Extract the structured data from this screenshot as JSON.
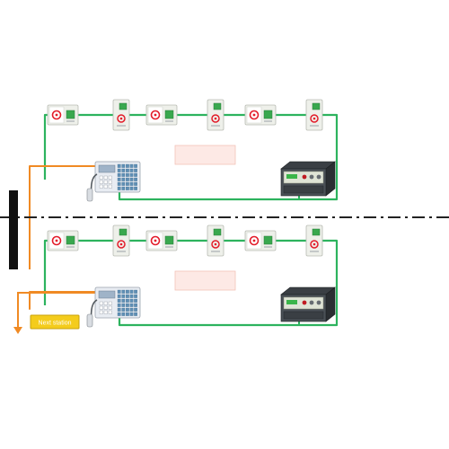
{
  "next_station": {
    "label": "Next station"
  },
  "colors": {
    "bus_line": "#2db35e",
    "trunk_line": "#f08a24",
    "divider": "#222222",
    "label_bg": "#f4cc1c",
    "label_border": "#c9a20a",
    "placeholder_fill": "#fde9e5",
    "placeholder_border": "#f3c3b8",
    "vertical_bar": "#111111"
  },
  "sections": [
    {
      "stations": [
        "square-panel-station",
        "tall-panel-station",
        "square-panel-station",
        "tall-panel-station",
        "square-panel-station",
        "tall-panel-station"
      ],
      "devices": [
        "master-console",
        "power-amplifier-rack",
        "blank-placeholder-box"
      ]
    },
    {
      "stations": [
        "square-panel-station",
        "tall-panel-station",
        "square-panel-station",
        "tall-panel-station",
        "square-panel-station",
        "tall-panel-station"
      ],
      "devices": [
        "master-console",
        "power-amplifier-rack",
        "blank-placeholder-box"
      ]
    }
  ]
}
